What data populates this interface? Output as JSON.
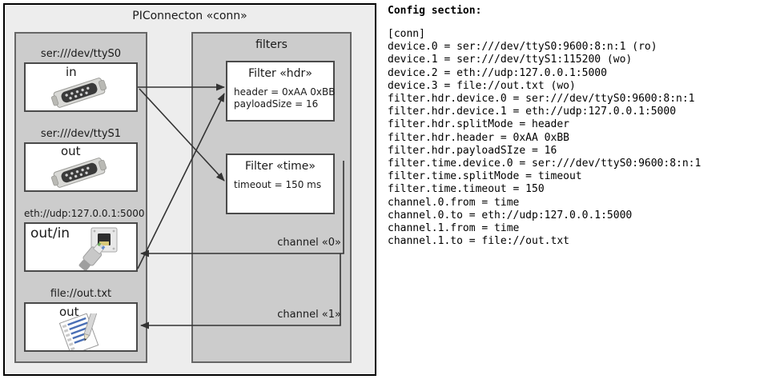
{
  "diagram": {
    "title": "PIConnecton «conn»",
    "devices_panel": {
      "name": "devices-panel",
      "items": [
        {
          "label": "ser:///dev/ttyS0",
          "direction": "in",
          "icon": "serial-port-icon",
          "node_name": "device-node-ttys0"
        },
        {
          "label": "ser:///dev/ttyS1",
          "direction": "out",
          "icon": "serial-port-icon",
          "node_name": "device-node-ttys1"
        },
        {
          "label": "eth://udp:127.0.0.1:5000",
          "direction": "out/in",
          "icon": "ethernet-plug-icon",
          "node_name": "device-node-eth"
        },
        {
          "label": "file://out.txt",
          "direction": "out",
          "icon": "text-file-icon",
          "node_name": "device-node-file"
        }
      ]
    },
    "filters_panel": {
      "title": "filters",
      "items": [
        {
          "title": "Filter «hdr»",
          "props": "header = 0xAA 0xBB\npayloadSize = 16",
          "node_name": "filter-node-hdr"
        },
        {
          "title": "Filter «time»",
          "props": "timeout = 150 ms",
          "node_name": "filter-node-time"
        }
      ],
      "channels": [
        {
          "label": "channel «0»",
          "node_name": "channel-0"
        },
        {
          "label": "channel «1»",
          "node_name": "channel-1"
        }
      ]
    },
    "colors": {
      "frame_bg": "#ededed",
      "frame_border": "#000000",
      "panel_bg": "#cccccc",
      "panel_border": "#666666",
      "node_bg": "#ffffff",
      "node_border": "#4a4a4a",
      "edge": "#333333"
    }
  },
  "config": {
    "heading": "Config section:",
    "text": "[conn]\ndevice.0 = ser:///dev/ttyS0:9600:8:n:1 (ro)\ndevice.1 = ser:///dev/ttyS1:115200 (wo)\ndevice.2 = eth://udp:127.0.0.1:5000\ndevice.3 = file://out.txt (wo)\nfilter.hdr.device.0 = ser:///dev/ttyS0:9600:8:n:1\nfilter.hdr.device.1 = eth://udp:127.0.0.1:5000\nfilter.hdr.splitMode = header\nfilter.hdr.header = 0xAA 0xBB\nfilter.hdr.payloadSIze = 16\nfilter.time.device.0 = ser:///dev/ttyS0:9600:8:n:1\nfilter.time.splitMode = timeout\nfilter.time.timeout = 150\nchannel.0.from = time\nchannel.0.to = eth://udp:127.0.0.1:5000\nchannel.1.from = time\nchannel.1.to = file://out.txt"
  }
}
